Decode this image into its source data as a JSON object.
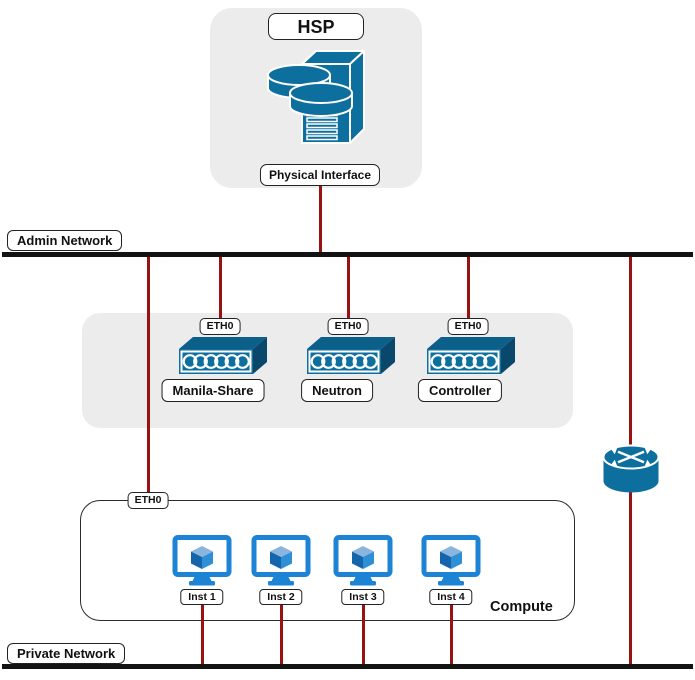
{
  "colors": {
    "red_line": "#991212",
    "black_line": "#131313",
    "panel_gray": "#ececec",
    "node_blue": "#0d6f9d",
    "node_blue_dark": "#0b5f88",
    "node_blue_darker": "#09476b",
    "vm_blue": "#1d83d4",
    "cube_top": "#8ab6de",
    "cube_left": "#1565ad",
    "cube_right": "#2f8fd6"
  },
  "hsp": {
    "title": "HSP",
    "interface_label": "Physical Interface",
    "icon": "storage-server-icon"
  },
  "admin_network": {
    "label": "Admin Network"
  },
  "private_network": {
    "label": "Private Network"
  },
  "services": [
    {
      "eth": "ETH0",
      "label": "Manila-Share",
      "icon": "switch-icon"
    },
    {
      "eth": "ETH0",
      "label": "Neutron",
      "icon": "switch-icon"
    },
    {
      "eth": "ETH0",
      "label": "Controller",
      "icon": "switch-icon"
    }
  ],
  "router": {
    "icon": "router-icon"
  },
  "compute": {
    "eth": "ETH0",
    "label": "Compute",
    "icon": "vm-monitor-icon",
    "instances": [
      {
        "label": "Inst 1"
      },
      {
        "label": "Inst 2"
      },
      {
        "label": "Inst 3"
      },
      {
        "label": "Inst 4"
      }
    ]
  }
}
